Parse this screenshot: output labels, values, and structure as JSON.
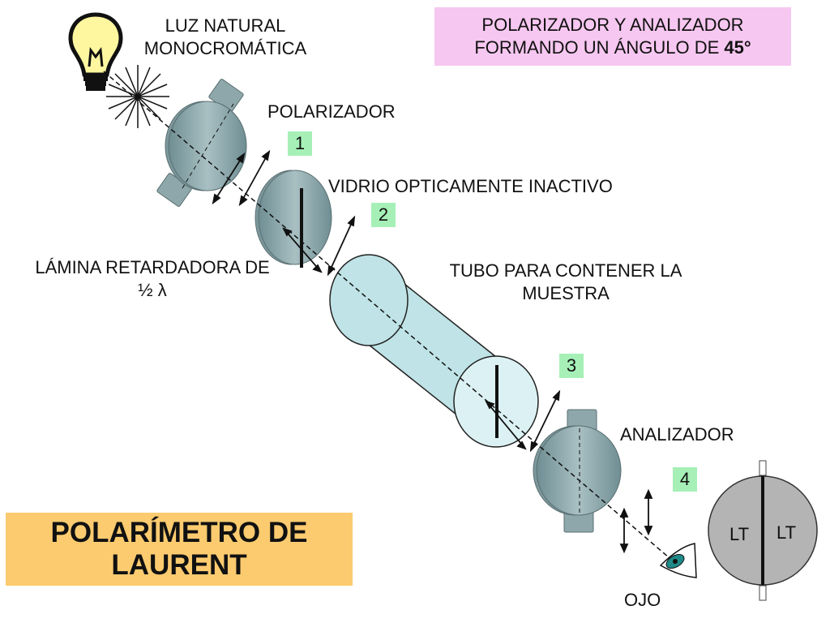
{
  "labels": {
    "light_line1": "LUZ NATURAL",
    "light_line2": "MONOCROMÁTICA",
    "polarizer": "POLARIZADOR",
    "glass": "VIDRIO OPTICAMENTE INACTIVO",
    "plate_line1": "LÁMINA RETARDADORA DE",
    "plate_line2": "½ λ",
    "tube_line1": "TUBO PARA CONTENER LA",
    "tube_line2": "MUESTRA",
    "analyzer": "ANALIZADOR",
    "eye": "OJO"
  },
  "top_note": {
    "line1": "POLARIZADOR Y ANALIZADOR",
    "line2_prefix": "FORMANDO UN ÁNGULO DE ",
    "line2_emphasis": "45°"
  },
  "title": {
    "line1": "POLARÍMETRO DE",
    "line2": "LAURENT"
  },
  "positions": [
    "1",
    "2",
    "3",
    "4"
  ],
  "field_view": {
    "left": "LT",
    "right": "LT"
  },
  "colors": {
    "component_gray": "#8ea7ab",
    "tube_fill": "#bfe3e6",
    "number_box": "#a6f0b7",
    "note_box": "#f6c7f0",
    "title_box": "#fccb6f",
    "field_gray": "#b4b4b4"
  },
  "icons": [
    "light-bulb-icon",
    "eye-icon"
  ]
}
